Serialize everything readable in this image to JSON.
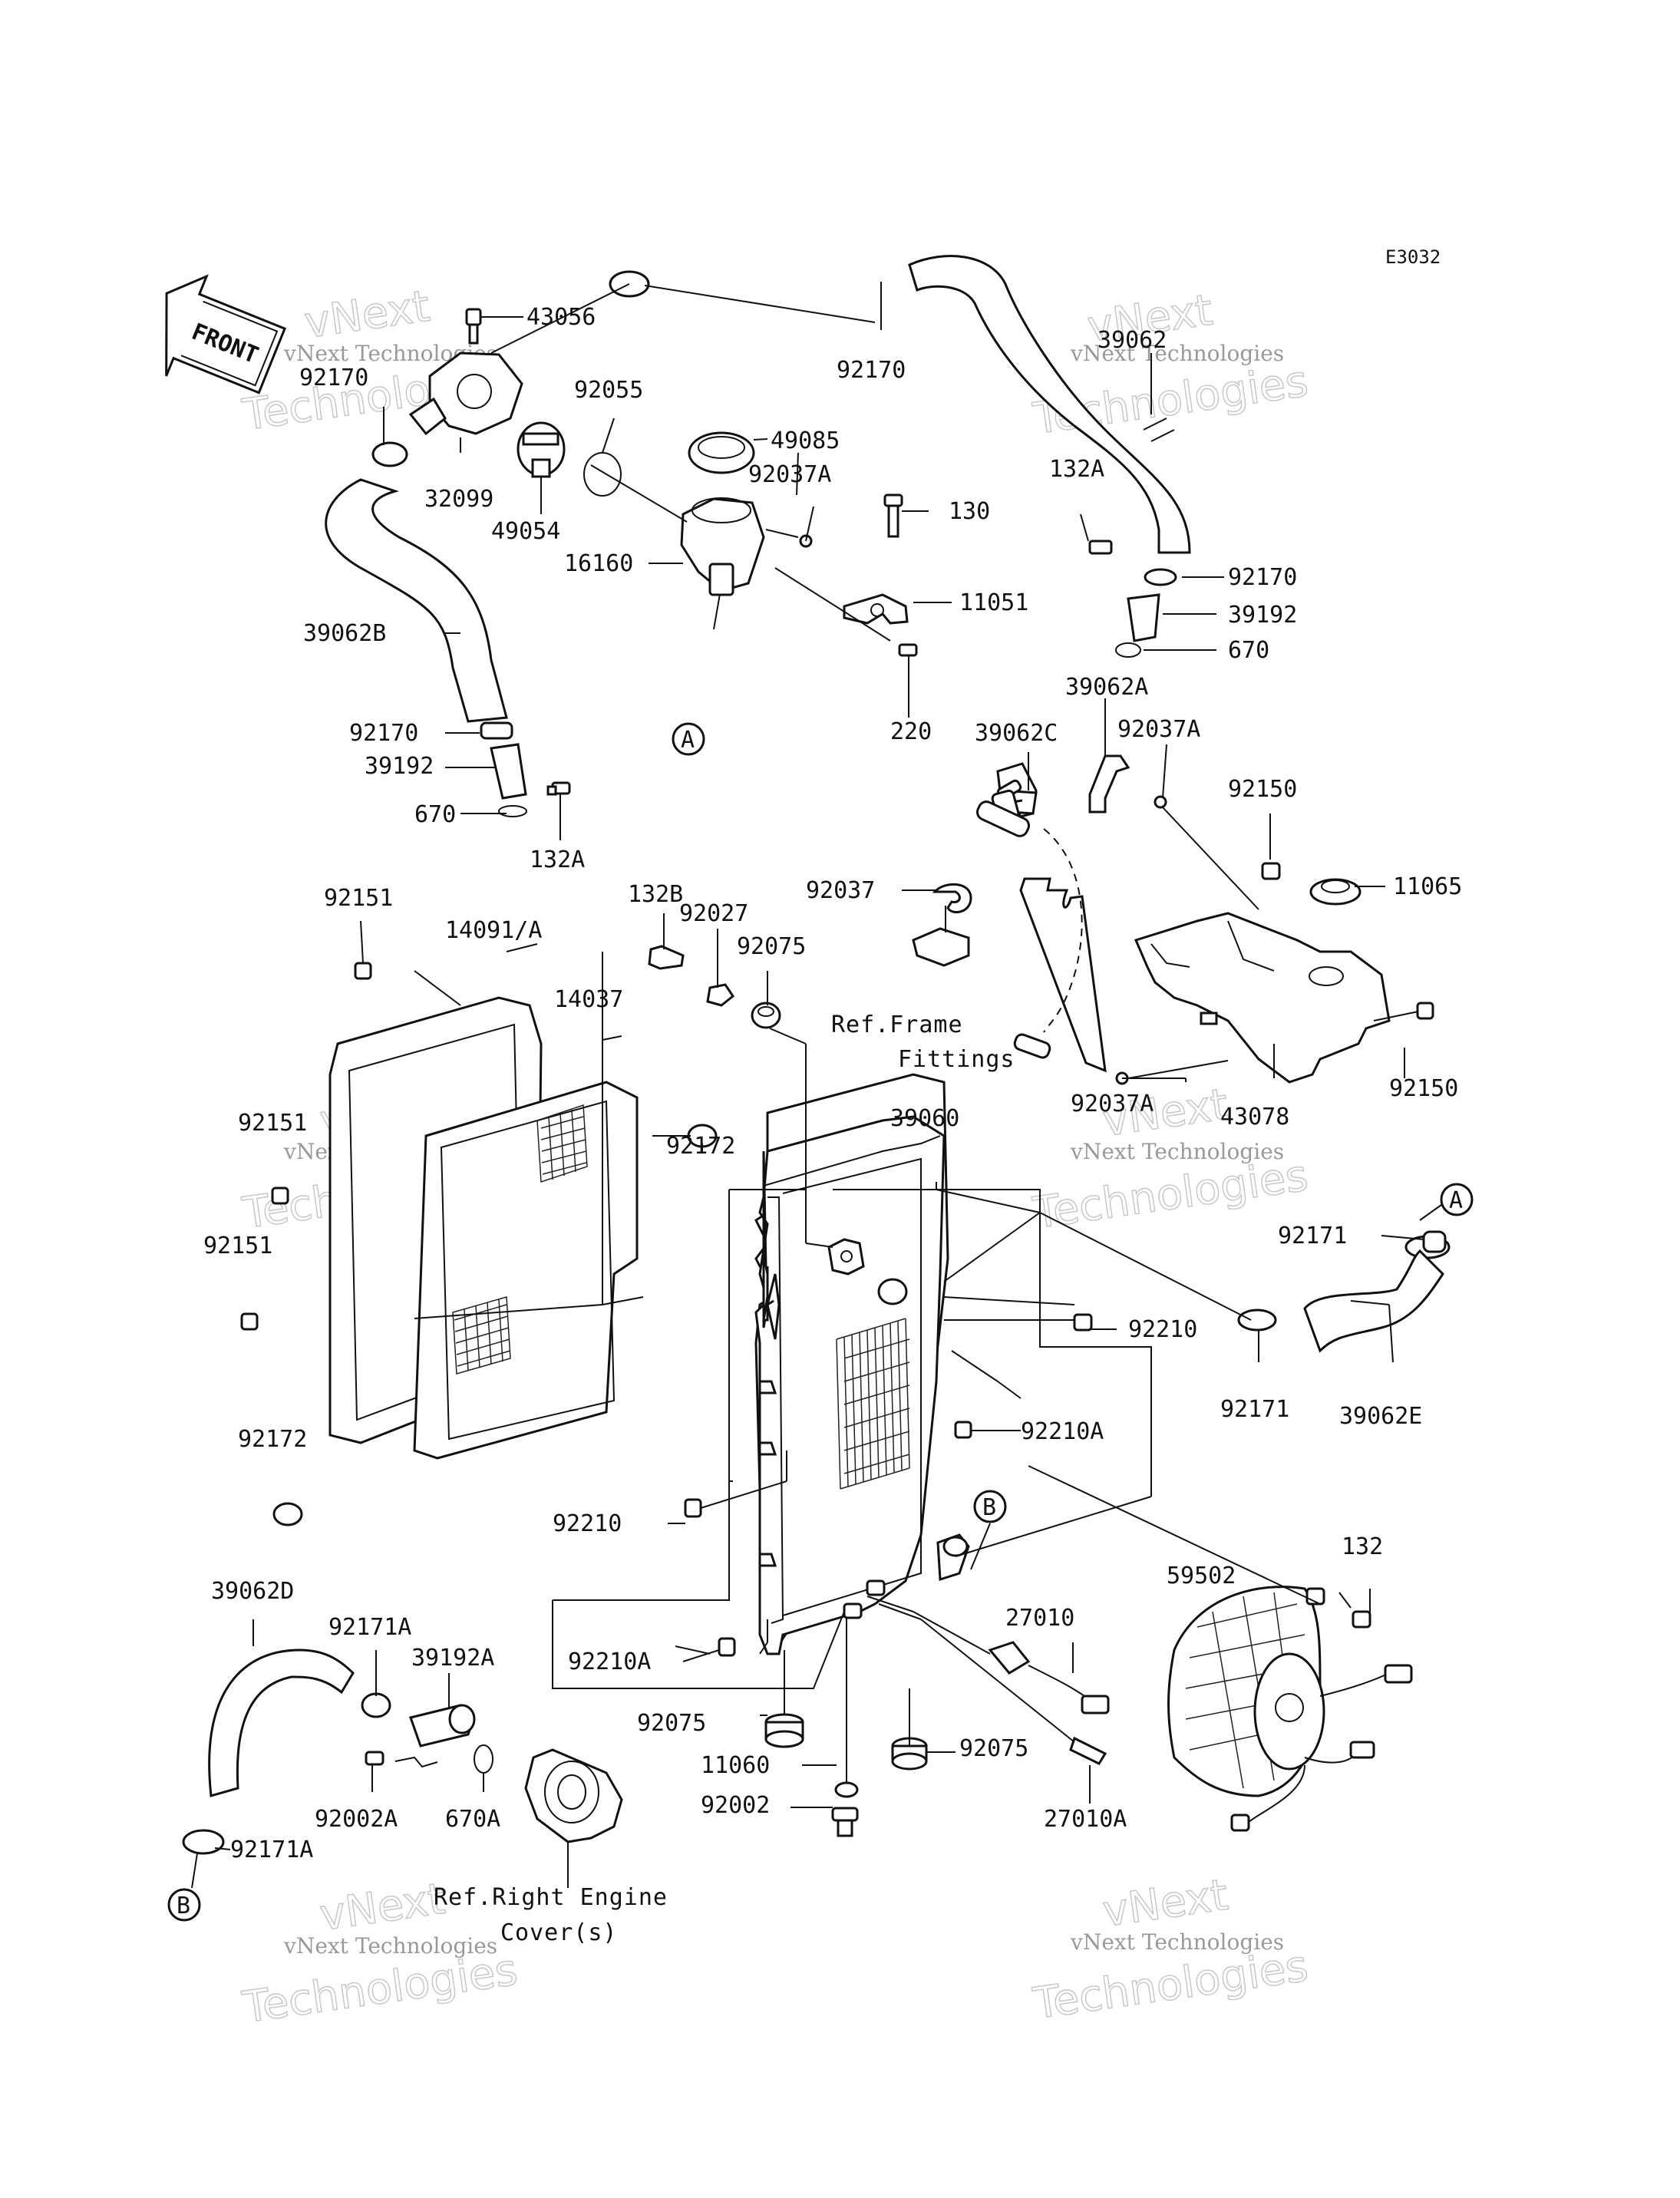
{
  "diagram_code": "E3032",
  "front_label": "FRONT",
  "watermark": {
    "line1": "vNext Technologies",
    "line2": "Technologies",
    "line3": "vNext"
  },
  "part_labels": {
    "p43056": "43056",
    "p92170_top": "92170",
    "p39062": "39062",
    "p92170_left": "92170",
    "p92055": "92055",
    "p49085": "49085",
    "p92037A_top": "92037A",
    "p130": "130",
    "p132A_right": "132A",
    "p32099": "32099",
    "p49054": "49054",
    "p16160": "16160",
    "p11051": "11051",
    "p92170_right": "92170",
    "p39192_right": "39192",
    "p670_right": "670",
    "p39062B": "39062B",
    "p220": "220",
    "p39062A": "39062A",
    "p39062C": "39062C",
    "p92037A_mid": "92037A",
    "p92170_left2": "92170",
    "p39192_left": "39192",
    "p670_left": "670",
    "p132A_left": "132A",
    "p92150_top": "92150",
    "p11065": "11065",
    "p92151_top": "92151",
    "p14091A": "14091/A",
    "p132B": "132B",
    "p92027": "92027",
    "p92037": "92037",
    "p92075_top": "92075",
    "p14037": "14037",
    "p92172_top": "92172",
    "p92150_right": "92150",
    "p92037A_low": "92037A",
    "p43078": "43078",
    "p39060": "39060",
    "p92151_mid": "92151",
    "p92151_low": "92151",
    "p92171_top": "92171",
    "p92210_right": "92210",
    "p92171_low": "92171",
    "p39062E": "39062E",
    "p92210A_right": "92210A",
    "p92172_low": "92172",
    "p92210_left": "92210",
    "p132": "132",
    "p59502": "59502",
    "p39062D": "39062D",
    "p27010": "27010",
    "p92171A_top": "92171A",
    "p39192A": "39192A",
    "p92210A_left": "92210A",
    "p92075_low_left": "92075",
    "p11060": "11060",
    "p92075_low_right": "92075",
    "p92002A": "92002A",
    "p670A": "670A",
    "p92002": "92002",
    "p27010A": "27010A",
    "p92171A_low": "92171A"
  },
  "callouts": {
    "A_top": "A",
    "A_right": "A",
    "B_right": "B",
    "B_low": "B"
  },
  "references": {
    "frame_line1": "Ref.Frame",
    "frame_line2": "Fittings",
    "engine_line1": "Ref.Right Engine",
    "engine_line2": "Cover(s)"
  }
}
